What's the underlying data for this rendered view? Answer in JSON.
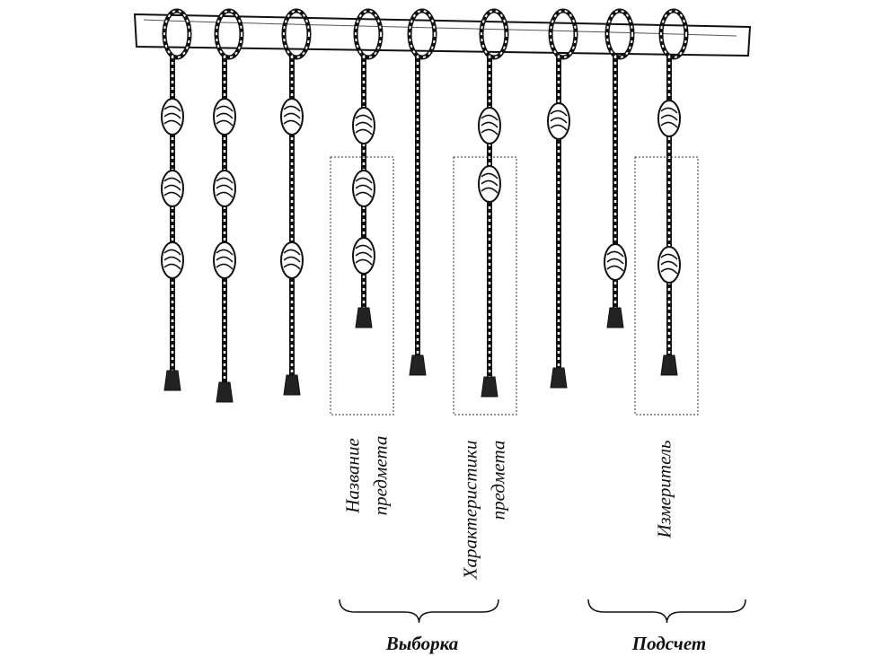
{
  "labels": {
    "item_name": [
      "Название",
      "предмета"
    ],
    "item_characteristics": [
      "Характеристики",
      "предмета"
    ],
    "measure": "Измеритель"
  },
  "groups": {
    "sample": "Выборка",
    "count": "Подсчет"
  }
}
